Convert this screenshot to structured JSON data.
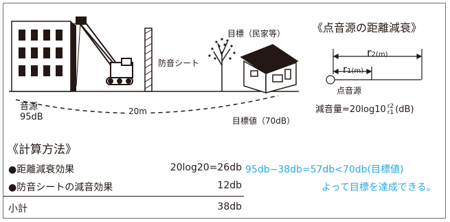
{
  "scene": {
    "source_label": "音源",
    "source_level": "95dB",
    "sheet_label": "防音シート",
    "target_label": "目標（民家等）",
    "target_value_label": "目標値（70dB）",
    "distance_label": "20m"
  },
  "inset": {
    "title": "《点音源の距離減衰》",
    "r2": "r",
    "r2_sub": "2(m)",
    "r1": "r",
    "r1_sub": "1(m)",
    "point_label": "点音源",
    "formula_prefix": "減音量=20log10",
    "formula_frac_top": "r2",
    "formula_frac_bottom": "r1",
    "formula_suffix": "(dB)"
  },
  "calc": {
    "title": "《計算方法》",
    "rows": [
      {
        "label": "●距離減衰効果",
        "value": "20log20=26db"
      },
      {
        "label": "●防音シートの減音効果",
        "value": "12db"
      },
      {
        "label": "小計",
        "value": "38db"
      }
    ],
    "result_line1": "95db−38db=57db<70db(目標値)",
    "result_line2": "よって目標を達成できる。",
    "result_color": "#29a9e1"
  }
}
